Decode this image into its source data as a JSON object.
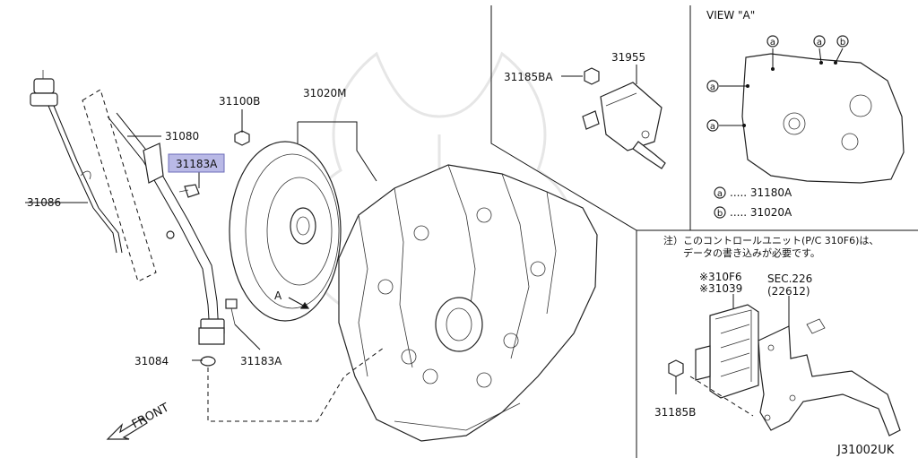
{
  "labels": {
    "p31086": "31086",
    "p31080": "31080",
    "p31183A_top": "31183A",
    "p31100B": "31100B",
    "p31020M": "31020M",
    "p31084": "31084",
    "p31183A_bottom": "31183A",
    "view_marker": "A",
    "front": "FRONT",
    "p31185BA": "31185BA",
    "p31955": "31955",
    "view_title": "VIEW \"A\"",
    "legend_a_symbol": "a",
    "legend_a_part": "..... 31180A",
    "legend_b_symbol": "b",
    "legend_b_part": "..... 31020A",
    "note_line1": "注）このコントロールユニット(P/C 310F6)は、",
    "note_line2": "データの書き込みが必要です。",
    "p310F6": "※310F6",
    "p31039": "※31039",
    "sec226": "SEC.226",
    "sec226_ref": "(22612)",
    "p31185B": "31185B",
    "diagram_code": "J31002UK"
  },
  "view_callouts": [
    "a",
    "a",
    "b",
    "a",
    "a"
  ],
  "highlight_color": "#b9b9e6"
}
